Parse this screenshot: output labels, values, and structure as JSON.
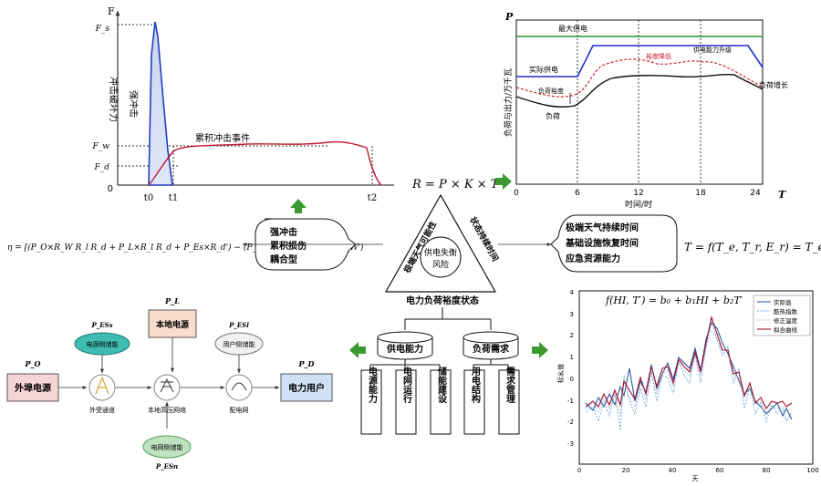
{
  "impact_chart": {
    "y_axis": "F",
    "y_label": "冲击破坏力",
    "y_ticks": [
      "F_s",
      "F_w",
      "F_d",
      "0"
    ],
    "x_ticks": [
      "t0",
      "t1",
      "t2"
    ],
    "strong_label": "强冲击",
    "accum_label": "累积冲击事件"
  },
  "load_chart": {
    "y_axis": "P",
    "x_axis": "T",
    "y_label": "负荷与出力/万千瓦",
    "x_label": "时间/时",
    "x_ticks": [
      "0",
      "6",
      "12",
      "18",
      "24"
    ],
    "max_supply": "最大供电",
    "actual_supply": "实际供电",
    "margin_reduce": "裕度降低",
    "supply_upgrade": "供电能力升级",
    "load_margin": "负荷裕度",
    "load": "负荷",
    "load_growth": "负荷增长"
  },
  "formulas": {
    "risk": "R = P × K × T",
    "eta": "η = [(P_O×R_W R_l R_d + P_L×R_l R_d + P_Es×R_d') − (P_B + P_W')] / (P_B + P_W')",
    "duration": "T = f(T_e, T_r, E_r) = T_e × T_r / E_r",
    "regression": "f(HI, T′) = b₀ + b₁HI + b₂T′"
  },
  "triangle": {
    "left_side": "极端天气可能性",
    "right_side": "状态持续时间",
    "center_line1": "供电失衡",
    "center_line2": "风险",
    "bottom": "电力负荷裕度状态"
  },
  "left_bubble": {
    "items": [
      "强冲击",
      "累积损伤",
      "耦合型"
    ]
  },
  "right_bubble": {
    "items": [
      "极端天气持续时间",
      "基础设施恢复时间",
      "应急资源能力"
    ]
  },
  "tree": {
    "left_root": "供电能力",
    "right_root": "负荷需求",
    "leaves": [
      "电源能力",
      "电网运行",
      "储能建设",
      "用电结构",
      "需求管理"
    ]
  },
  "network": {
    "external": {
      "label": "外埠电源",
      "power": "P_O"
    },
    "local": {
      "label": "本地电源",
      "power": "P_L"
    },
    "user": {
      "label": "电力用户",
      "power": "P_D"
    },
    "source_storage": {
      "label": "电源侧储能",
      "power": "P_ESs"
    },
    "user_storage": {
      "label": "用户侧储能",
      "power": "P_ESl"
    },
    "grid_storage": {
      "label": "电网侧储能",
      "power": "P_ESn"
    },
    "channel": "外受通道",
    "hv_grid": "本地高压网络",
    "distribution": "配电网"
  },
  "regression_chart": {
    "y_label": "标幺值",
    "x_label": "天",
    "x_ticks": [
      "0",
      "20",
      "40",
      "60",
      "80",
      "100"
    ],
    "y_ticks": [
      "4",
      "3",
      "2",
      "1",
      "0",
      "-1",
      "-2",
      "-3"
    ],
    "legend": [
      "实际值",
      "酷热指数",
      "修正温度",
      "拟合曲线"
    ],
    "colors": {
      "actual": "#1f4e9c",
      "heat": "#6aa8d8",
      "temp": "#7da0c4",
      "fit": "#a0102a"
    }
  }
}
